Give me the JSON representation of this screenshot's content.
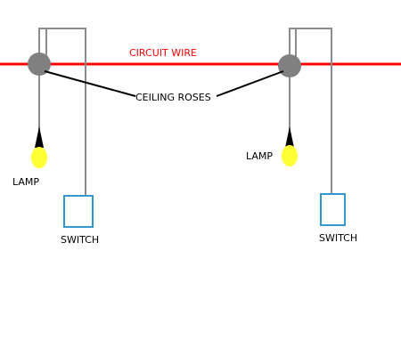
{
  "labels": {
    "circuit_wire": "CIRCUIT WIRE",
    "ceiling_roses": "CEILING ROSES",
    "lamp_left": "LAMP",
    "lamp_right": "LAMP",
    "switch_left": "SWITCH",
    "switch_right": "SWITCH"
  },
  "colors": {
    "circuit_wire": "#ff0000",
    "wire": "#8c8c8c",
    "ceiling_rose": "#808080",
    "lamp_bulb": "#ffff33",
    "lamp_cap": "#000000",
    "switch_border": "#3399cc",
    "pointer": "#000000"
  }
}
